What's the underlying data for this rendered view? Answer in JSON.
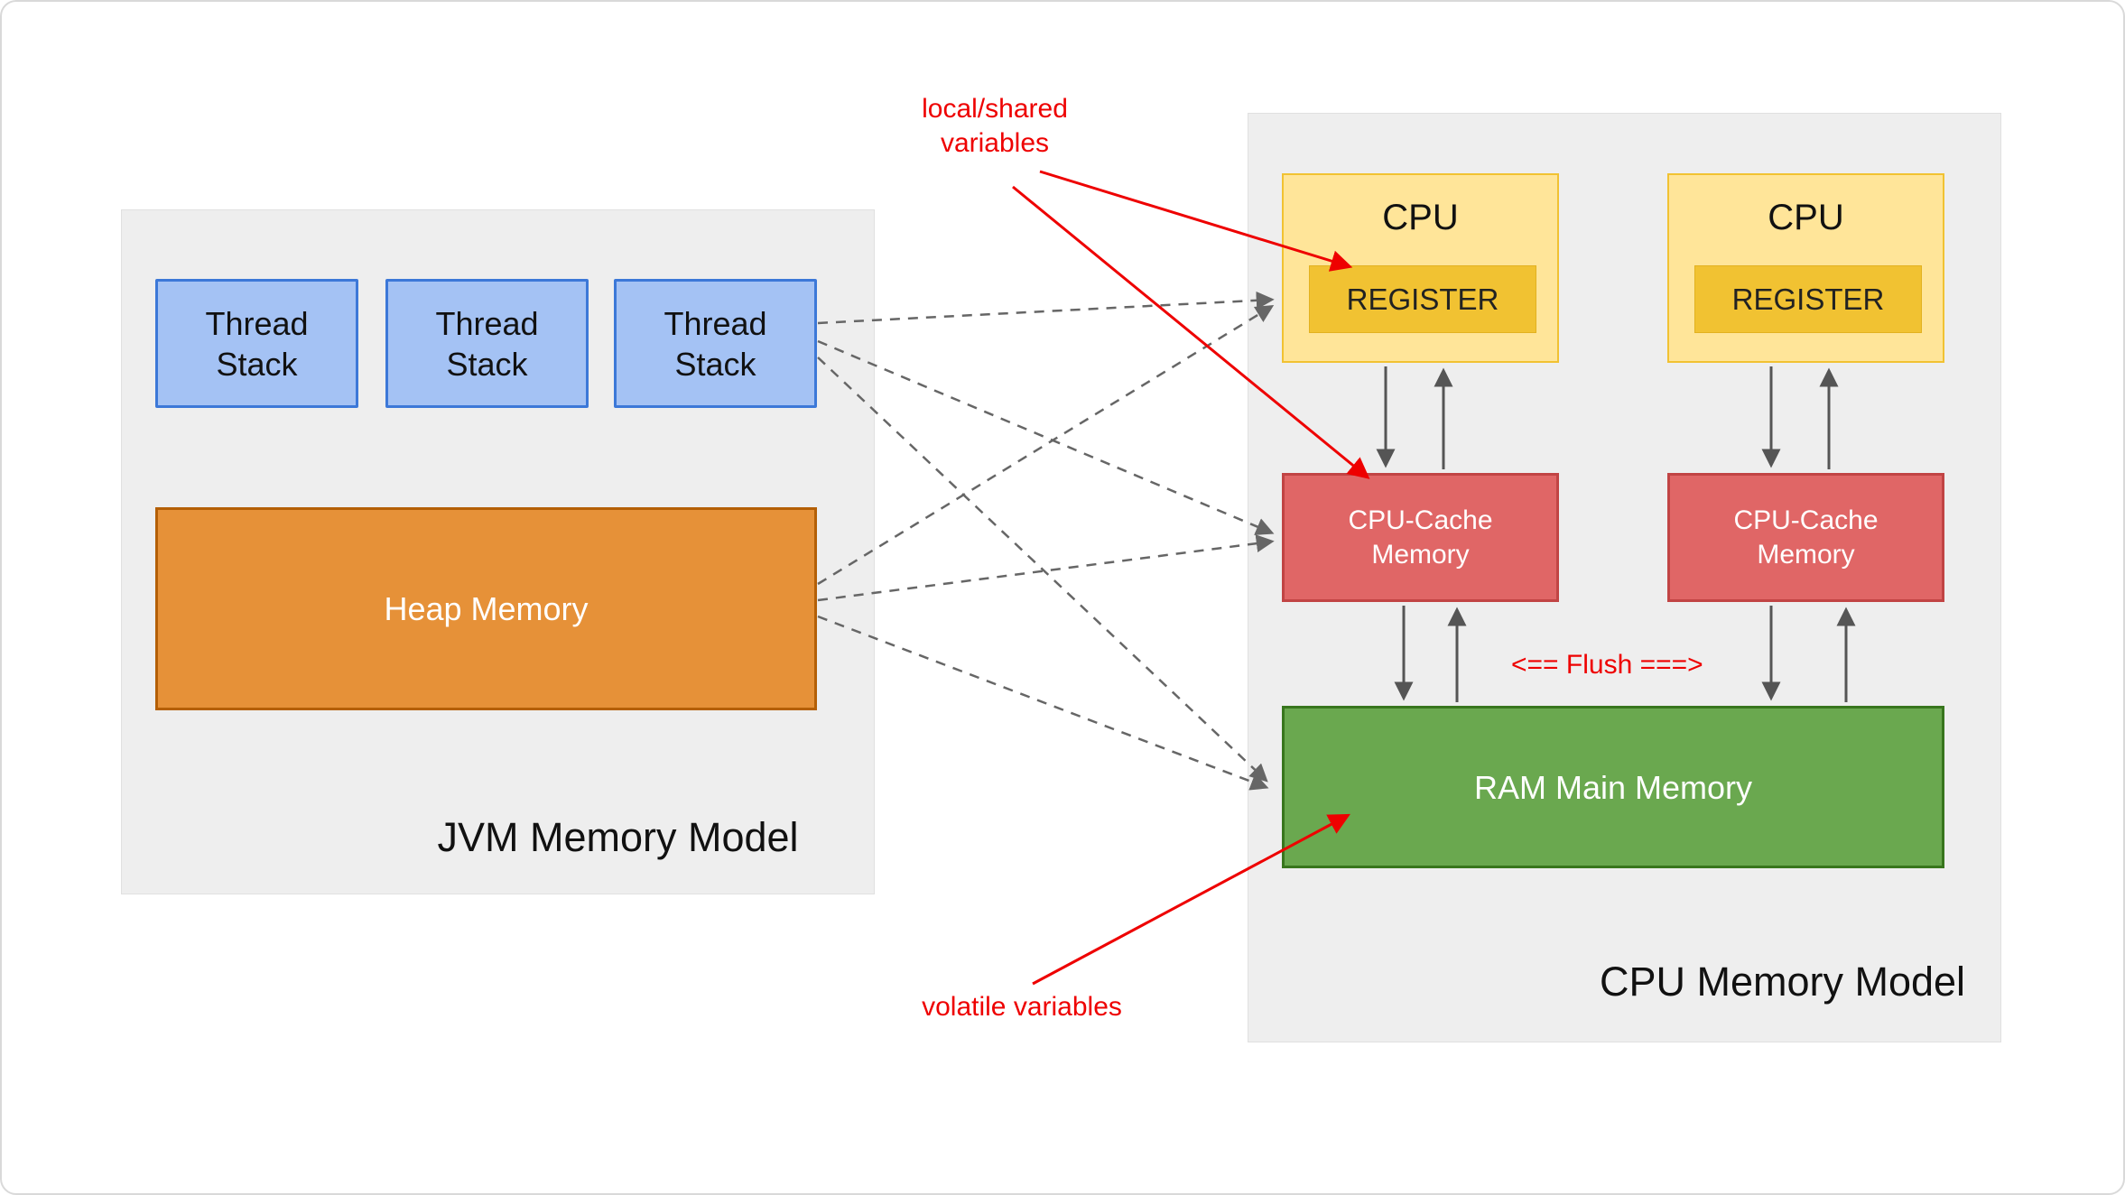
{
  "diagram": {
    "jvm_panel": {
      "title": "JVM Memory Model",
      "thread_stacks": [
        {
          "label": "Thread\nStack"
        },
        {
          "label": "Thread\nStack"
        },
        {
          "label": "Thread\nStack"
        }
      ],
      "heap": {
        "label": "Heap Memory"
      }
    },
    "cpu_panel": {
      "title": "CPU Memory Model",
      "cpus": [
        {
          "label": "CPU",
          "register_label": "REGISTER"
        },
        {
          "label": "CPU",
          "register_label": "REGISTER"
        }
      ],
      "caches": [
        {
          "label": "CPU-Cache\nMemory"
        },
        {
          "label": "CPU-Cache\nMemory"
        }
      ],
      "ram": {
        "label": "RAM Main Memory"
      },
      "flush_label": "<== Flush ===>"
    },
    "annotations": {
      "local_shared": "local/shared\nvariables",
      "volatile": "volatile variables"
    },
    "colors": {
      "panel_bg": "#eeeeee",
      "thread_stack_fill": "#a4c2f4",
      "thread_stack_border": "#3c78d8",
      "heap_fill": "#e69138",
      "heap_border": "#b45f06",
      "cpu_fill": "#ffe599",
      "cpu_border": "#f1c232",
      "register_fill": "#f1c232",
      "cache_fill": "#e06666",
      "cache_border": "#c14444",
      "ram_fill": "#6aa84f",
      "ram_border": "#38761d",
      "annotation_red": "#ee0000",
      "arrow_gray": "#666666"
    }
  }
}
